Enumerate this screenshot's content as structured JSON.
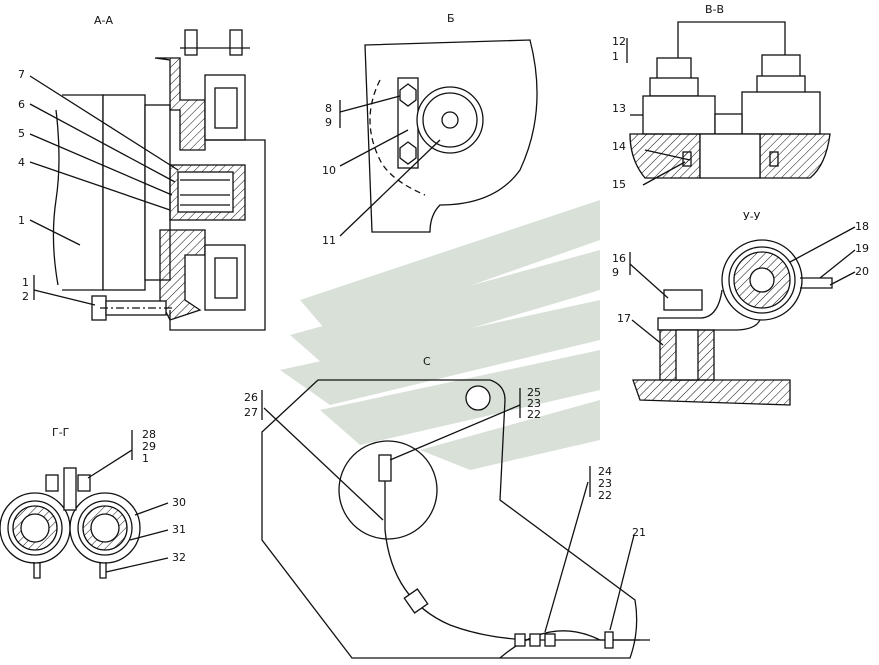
{
  "views": {
    "aa": {
      "title": "А-А",
      "callouts": [
        "7",
        "6",
        "5",
        "4",
        "1",
        "1",
        "2"
      ]
    },
    "b": {
      "title": "Б",
      "callouts": [
        "8",
        "9",
        "10",
        "11"
      ]
    },
    "vv": {
      "title": "В-В",
      "callouts": [
        "12",
        "1",
        "13",
        "14",
        "15"
      ]
    },
    "uu": {
      "title": "У-У",
      "callouts": [
        "16",
        "9",
        "17",
        "18",
        "19",
        "20"
      ]
    },
    "gg": {
      "title": "Г-Г",
      "callouts": [
        "28",
        "29",
        "1",
        "30",
        "31",
        "32"
      ]
    },
    "c": {
      "title": "С",
      "callouts": [
        "26",
        "27",
        "25",
        "23",
        "22",
        "24",
        "23",
        "22",
        "21"
      ]
    }
  },
  "watermark": {
    "color": "#b9c8b9"
  }
}
